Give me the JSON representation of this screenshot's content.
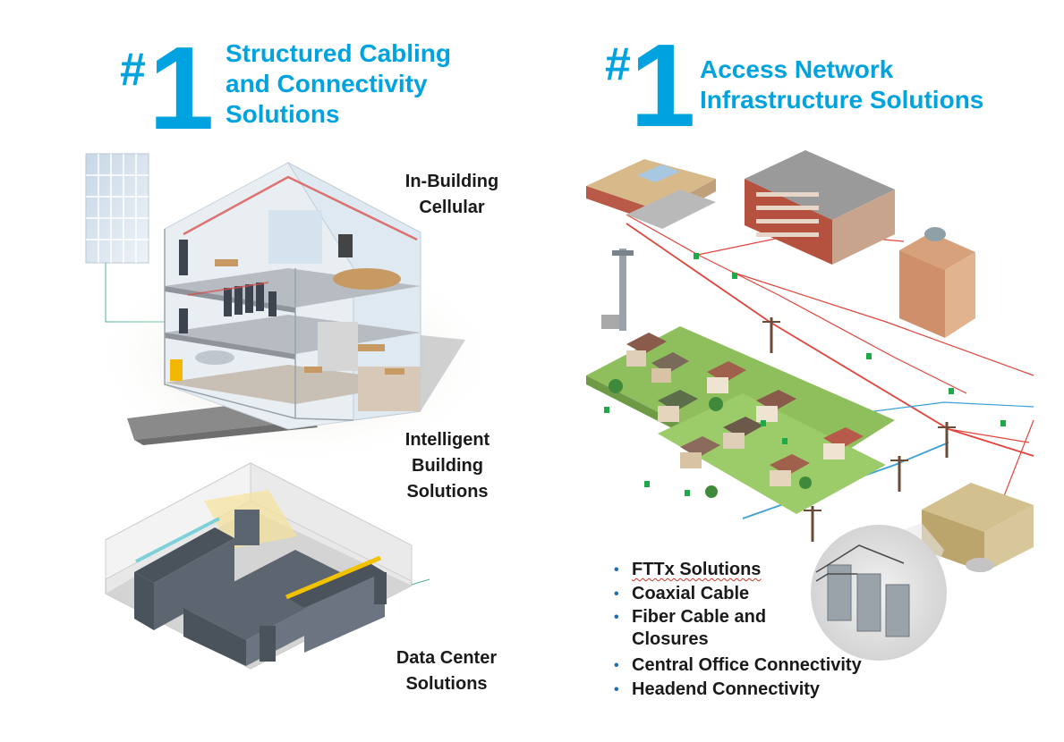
{
  "left": {
    "rank_hash": "#",
    "rank_number": "1",
    "heading_lines": [
      "Structured Cabling",
      "and Connectivity",
      "Solutions"
    ],
    "labels": {
      "in_building": [
        "In-Building",
        "Cellular"
      ],
      "intelligent": [
        "Intelligent",
        "Building",
        "Solutions"
      ],
      "data_center": [
        "Data Center",
        "Solutions"
      ]
    }
  },
  "right": {
    "rank_hash": "#",
    "rank_number": "1",
    "heading_lines": [
      "Access Network",
      "Infrastructure Solutions"
    ],
    "bullets": [
      {
        "lines": [
          "FTTx Solutions"
        ]
      },
      {
        "lines": [
          "Coaxial Cable"
        ]
      },
      {
        "lines": [
          "Fiber Cable and",
          "Closures"
        ]
      },
      {
        "lines": [
          "Central Office Connectivity"
        ]
      },
      {
        "lines": [
          "Headend Connectivity"
        ]
      }
    ]
  },
  "colors": {
    "accent": "#00a3e0",
    "bullet": "#1f6fb5",
    "fiber_red": "#e0443c",
    "coax_blue": "#3aa0d8",
    "lawn": "#8fbf5c"
  }
}
